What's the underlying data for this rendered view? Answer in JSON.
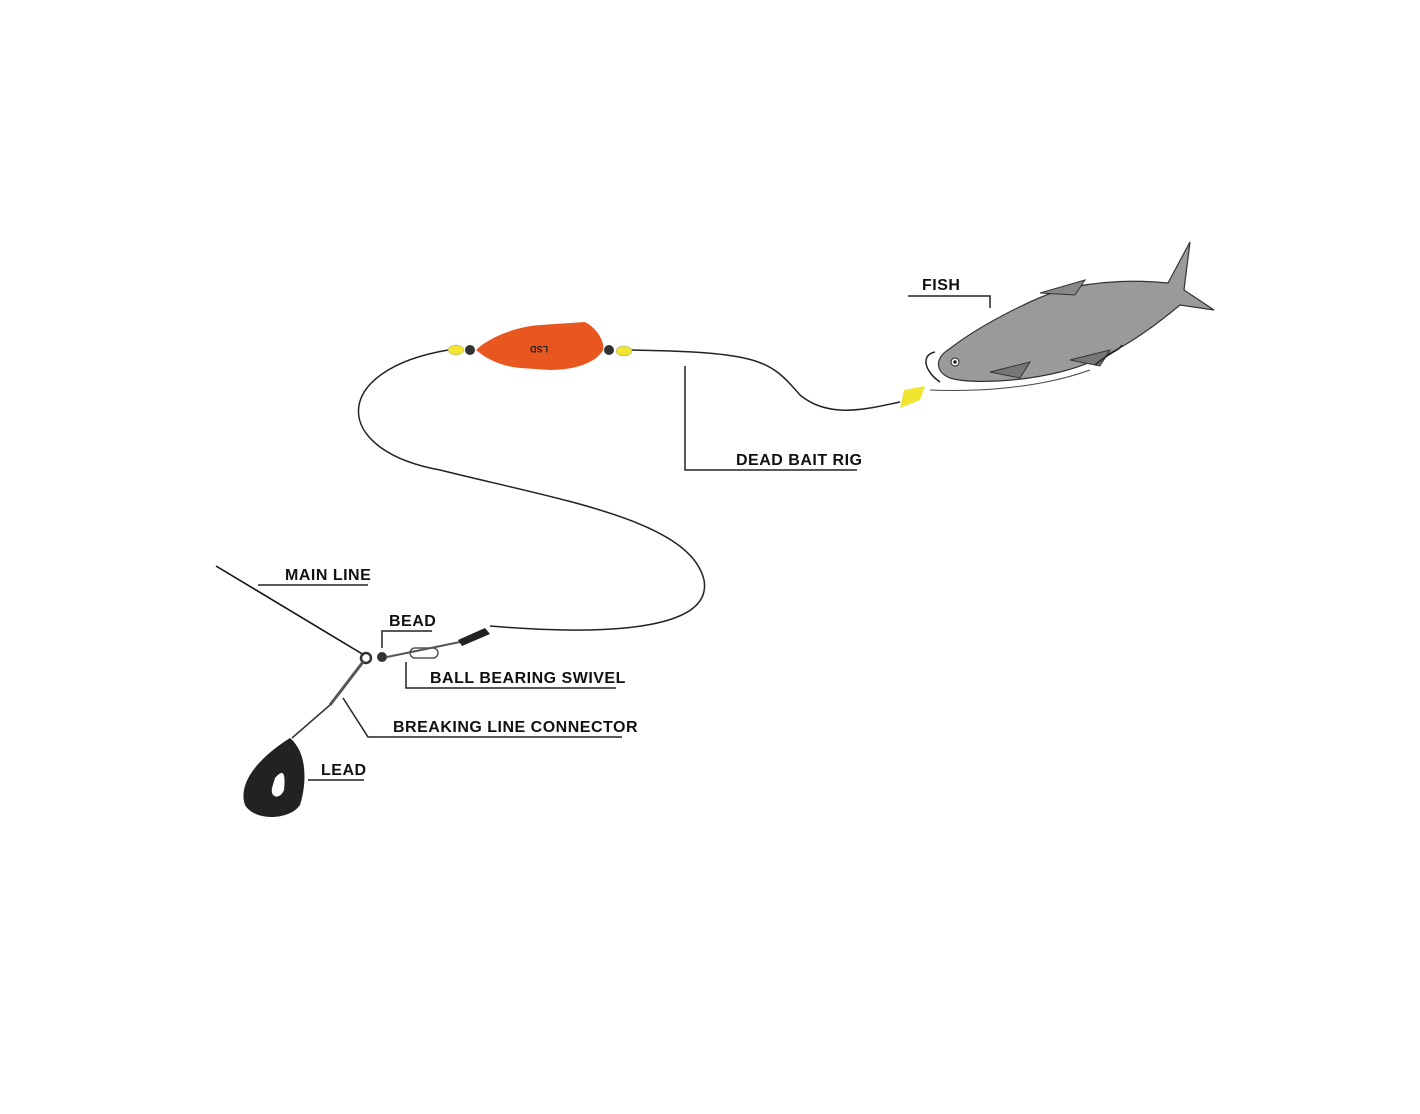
{
  "labels": {
    "fish": "FISH",
    "dead_bait_rig": "DEAD BAIT RIG",
    "main_line": "MAIN LINE",
    "bead": "BEAD",
    "ball_bearing_swivel": "BALL BEARING SWIVEL",
    "breaking_line_connector": "BREAKING LINE CONNECTOR",
    "lead": "LEAD"
  },
  "float_brand": "LSD",
  "colors": {
    "float": "#e8571f",
    "beads_yellow": "#f2e531",
    "lead": "#222222",
    "fish": "#9a9a9a"
  }
}
